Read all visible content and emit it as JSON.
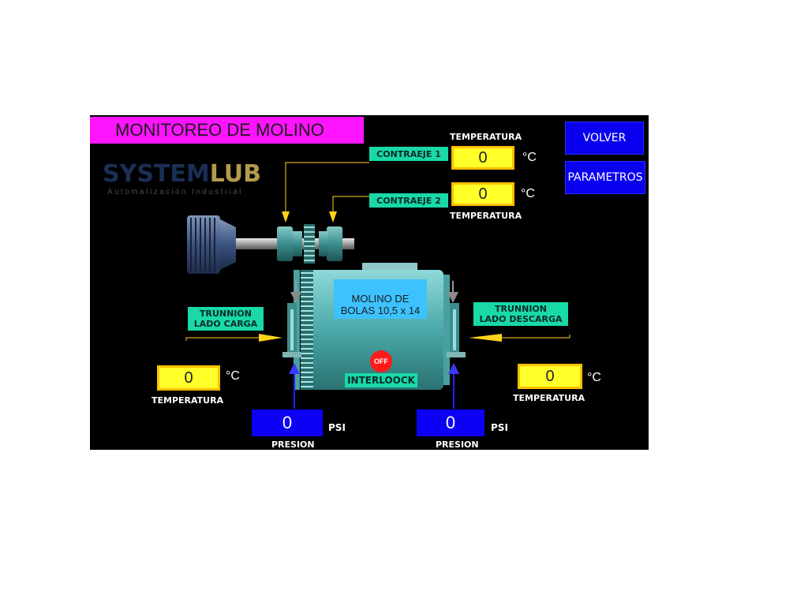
{
  "header": {
    "title": "MONITOREO DE MOLINO"
  },
  "logo": {
    "brand_a": "SYSTEM",
    "brand_b": "LUB",
    "tagline": "Automatización Industrial"
  },
  "buttons": {
    "volver": "VOLVER",
    "parametros": "PARAMETROS"
  },
  "contraeje1": {
    "tag": "CONTRAEJE 1",
    "label": "TEMPERATURA",
    "value": "0",
    "unit": "°C"
  },
  "contraeje2": {
    "tag": "CONTRAEJE 2",
    "label": "TEMPERATURA",
    "value": "0",
    "unit": "°C"
  },
  "trunnion_carga": {
    "tag_line1": "TRUNNION",
    "tag_line2": "LADO CARGA",
    "temp_label": "TEMPERATURA",
    "temp_value": "0",
    "temp_unit": "°C",
    "press_label": "PRESION",
    "press_value": "0",
    "press_unit": "PSI"
  },
  "trunnion_descarga": {
    "tag_line1": "TRUNNION",
    "tag_line2": "LADO DESCARGA",
    "temp_label": "TEMPERATURA",
    "temp_value": "0",
    "temp_unit": "°C",
    "press_label": "PRESION",
    "press_value": "0",
    "press_unit": "PSI"
  },
  "mill": {
    "name_line1": "MOLINO DE",
    "name_line2": "BOLAS 10,5 x 14",
    "status": "OFF",
    "interlock": "INTERLOOCK"
  },
  "colors": {
    "title_bg": "#ff14ff",
    "button_bg": "#0a00f0",
    "tag_bg": "#19d9a8",
    "value_bg": "#ffff2a",
    "pressure_bg": "#0c00f5",
    "mill_body": "#5fb8b8",
    "status_off": "#ff1a1a"
  }
}
